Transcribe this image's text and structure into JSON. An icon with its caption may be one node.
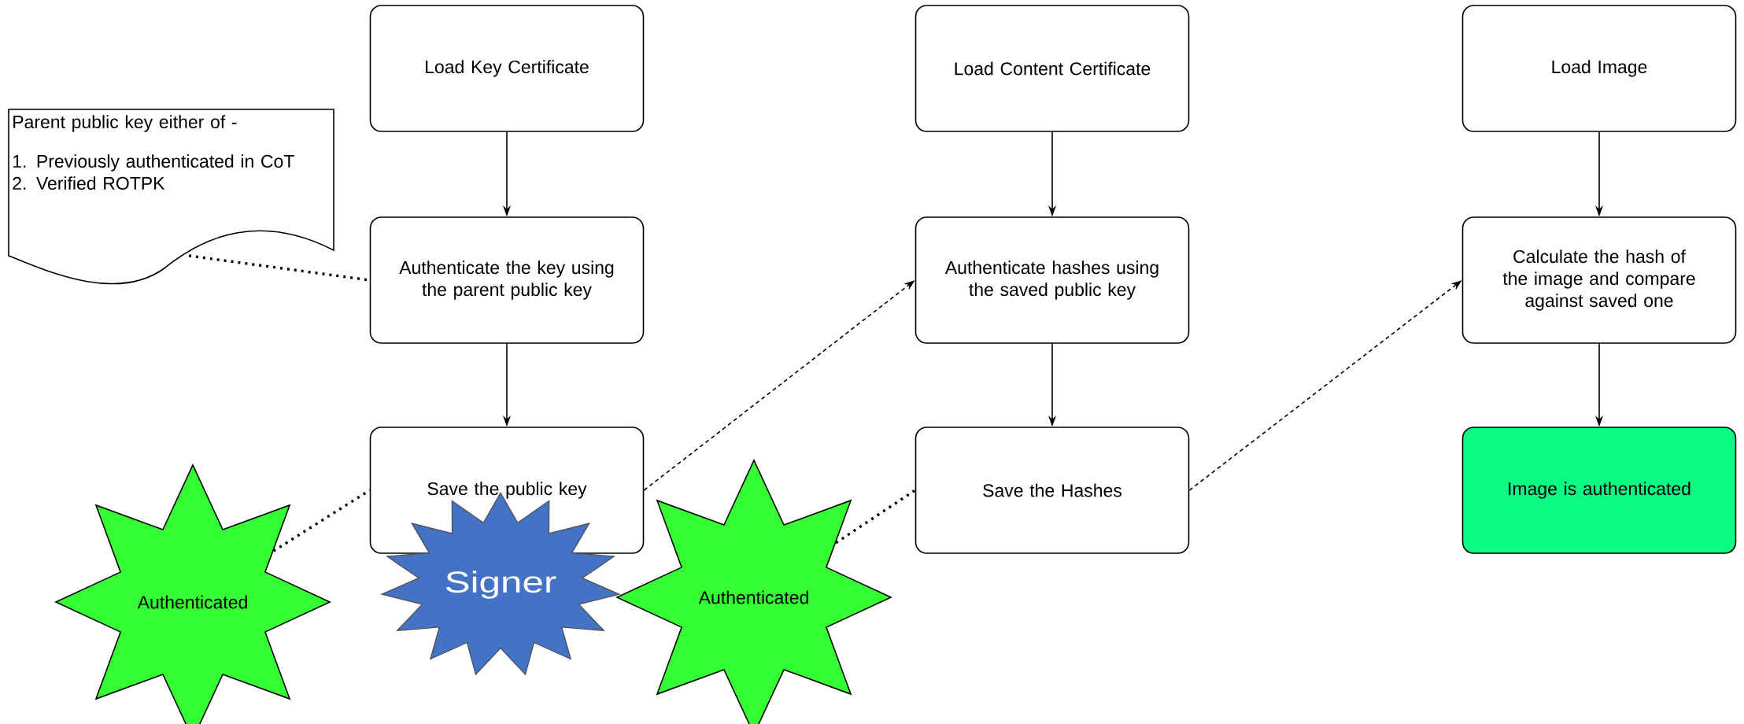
{
  "diagram": {
    "nodes": [
      {
        "text": [
          "Load Key Certificate"
        ]
      },
      {
        "text": [
          "Authenticate the key using the parent public key"
        ]
      },
      {
        "text": [
          "Save the public key"
        ]
      },
      {
        "text": [
          "Load Content Certificate"
        ]
      },
      {
        "text": [
          "Authenticate hashes using the saved public key"
        ]
      },
      {
        "text": [
          "Save the Hashes"
        ]
      },
      {
        "text": [
          "Load Image"
        ]
      },
      {
        "text": [
          "Calculate the hash of the image and compare against saved one"
        ]
      },
      {
        "text": [
          "Image is authenticated"
        ]
      },
      {
        "text": [
          "Parent public key either of -",
          "1. Previously authenticated in CoT",
          "2. Verified ROTPK"
        ]
      },
      {
        "text": [
          "Authenticated"
        ]
      },
      {
        "text": [
          "Signer"
        ]
      },
      {
        "text": [
          "Authenticated"
        ]
      }
    ],
    "edges": [
      {
        "from": 0,
        "to": 1,
        "arrow": "to"
      },
      {
        "from": 1,
        "to": 2,
        "arrow": "to"
      },
      {
        "from": 3,
        "to": 4,
        "arrow": "to"
      },
      {
        "from": 4,
        "to": 5,
        "arrow": "to"
      },
      {
        "from": 6,
        "to": 7,
        "arrow": "to"
      },
      {
        "from": 7,
        "to": 8,
        "arrow": "to"
      },
      {
        "from": 2,
        "to": 4,
        "arrow": "to",
        "style": "dashed"
      },
      {
        "from": 5,
        "to": 7,
        "arrow": "to",
        "style": "dashed"
      },
      {
        "from": 9,
        "to": 1,
        "arrow": "none",
        "style": "dashed"
      },
      {
        "from": 10,
        "to": 2,
        "arrow": "none",
        "style": "dashed"
      },
      {
        "from": 12,
        "to": 5,
        "arrow": "none",
        "style": "dashed"
      }
    ]
  }
}
